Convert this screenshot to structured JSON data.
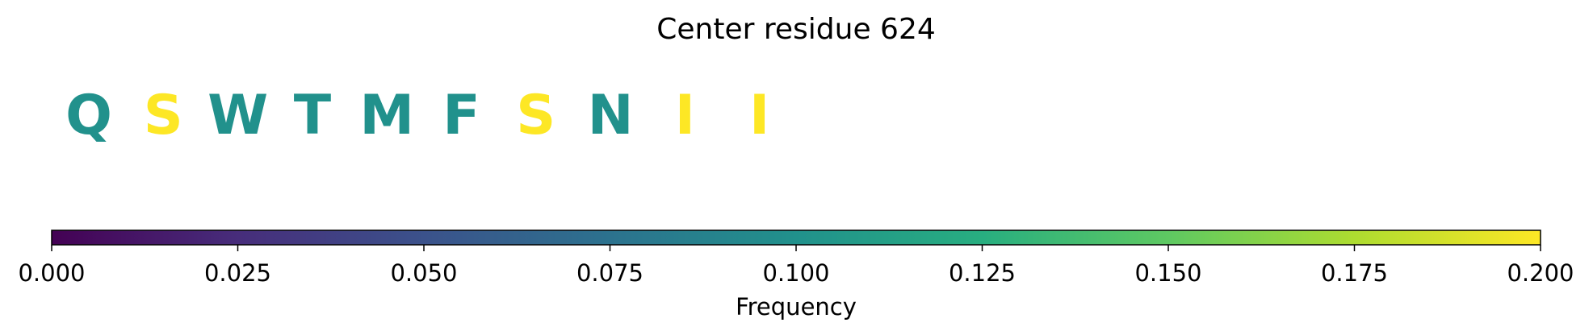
{
  "chart_data": {
    "type": "sequence-logo",
    "title": "Center residue 624",
    "residues": [
      {
        "letter": "Q",
        "frequency": 0.1
      },
      {
        "letter": "S",
        "frequency": 0.2
      },
      {
        "letter": "W",
        "frequency": 0.1
      },
      {
        "letter": "T",
        "frequency": 0.1
      },
      {
        "letter": "M",
        "frequency": 0.1
      },
      {
        "letter": "F",
        "frequency": 0.1
      },
      {
        "letter": "S",
        "frequency": 0.2
      },
      {
        "letter": "N",
        "frequency": 0.1
      },
      {
        "letter": "I",
        "frequency": 0.2
      },
      {
        "letter": "I",
        "frequency": 0.2
      }
    ],
    "colorbar": {
      "colormap": "viridis",
      "range": [
        0,
        0.2
      ],
      "ticks": [
        "0.000",
        "0.025",
        "0.050",
        "0.075",
        "0.100",
        "0.125",
        "0.150",
        "0.175",
        "0.200"
      ],
      "label": "Frequency"
    }
  }
}
